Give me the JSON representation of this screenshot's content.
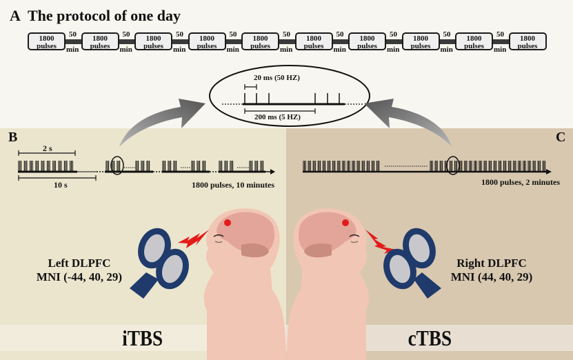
{
  "panel_a": {
    "letter": "A",
    "title": "The protocol of one day",
    "sessions": [
      {
        "count": "1800",
        "unit": "pulses"
      },
      {
        "count": "1800",
        "unit": "pulses"
      },
      {
        "count": "1800",
        "unit": "pulses"
      },
      {
        "count": "1800",
        "unit": "pulses"
      },
      {
        "count": "1800",
        "unit": "pulses"
      },
      {
        "count": "1800",
        "unit": "pulses"
      },
      {
        "count": "1800",
        "unit": "pulses"
      },
      {
        "count": "1800",
        "unit": "pulses"
      },
      {
        "count": "1800",
        "unit": "pulses"
      },
      {
        "count": "1800",
        "unit": "pulses"
      }
    ],
    "interval_value": "50",
    "interval_unit": "min"
  },
  "burst_detail": {
    "inner_interval": "20 ms (50 HZ)",
    "outer_interval": "200 ms (5 HZ)"
  },
  "panel_b": {
    "letter": "B",
    "train_duration": "2 s",
    "cycle_duration": "10 s",
    "summary": "1800 pulses, 10 minutes",
    "site_name": "Left DLPFC",
    "site_coords": "MNI (-44, 40, 29)",
    "protocol": "iTBS"
  },
  "panel_c": {
    "letter": "C",
    "summary": "1800 pulses, 2 minutes",
    "site_name": "Right DLPFC",
    "site_coords": "MNI  (44, 40, 29)",
    "protocol": "cTBS"
  },
  "colors": {
    "panel_b_bg": "#ebe5cd",
    "panel_c_bg": "#d8c8b0",
    "coil": "#1f3a6b",
    "coil_center": "#c8c8cc",
    "stimulus": "#e31b1b",
    "skin": "#f2c6b4",
    "brain": "#e3a59a"
  }
}
